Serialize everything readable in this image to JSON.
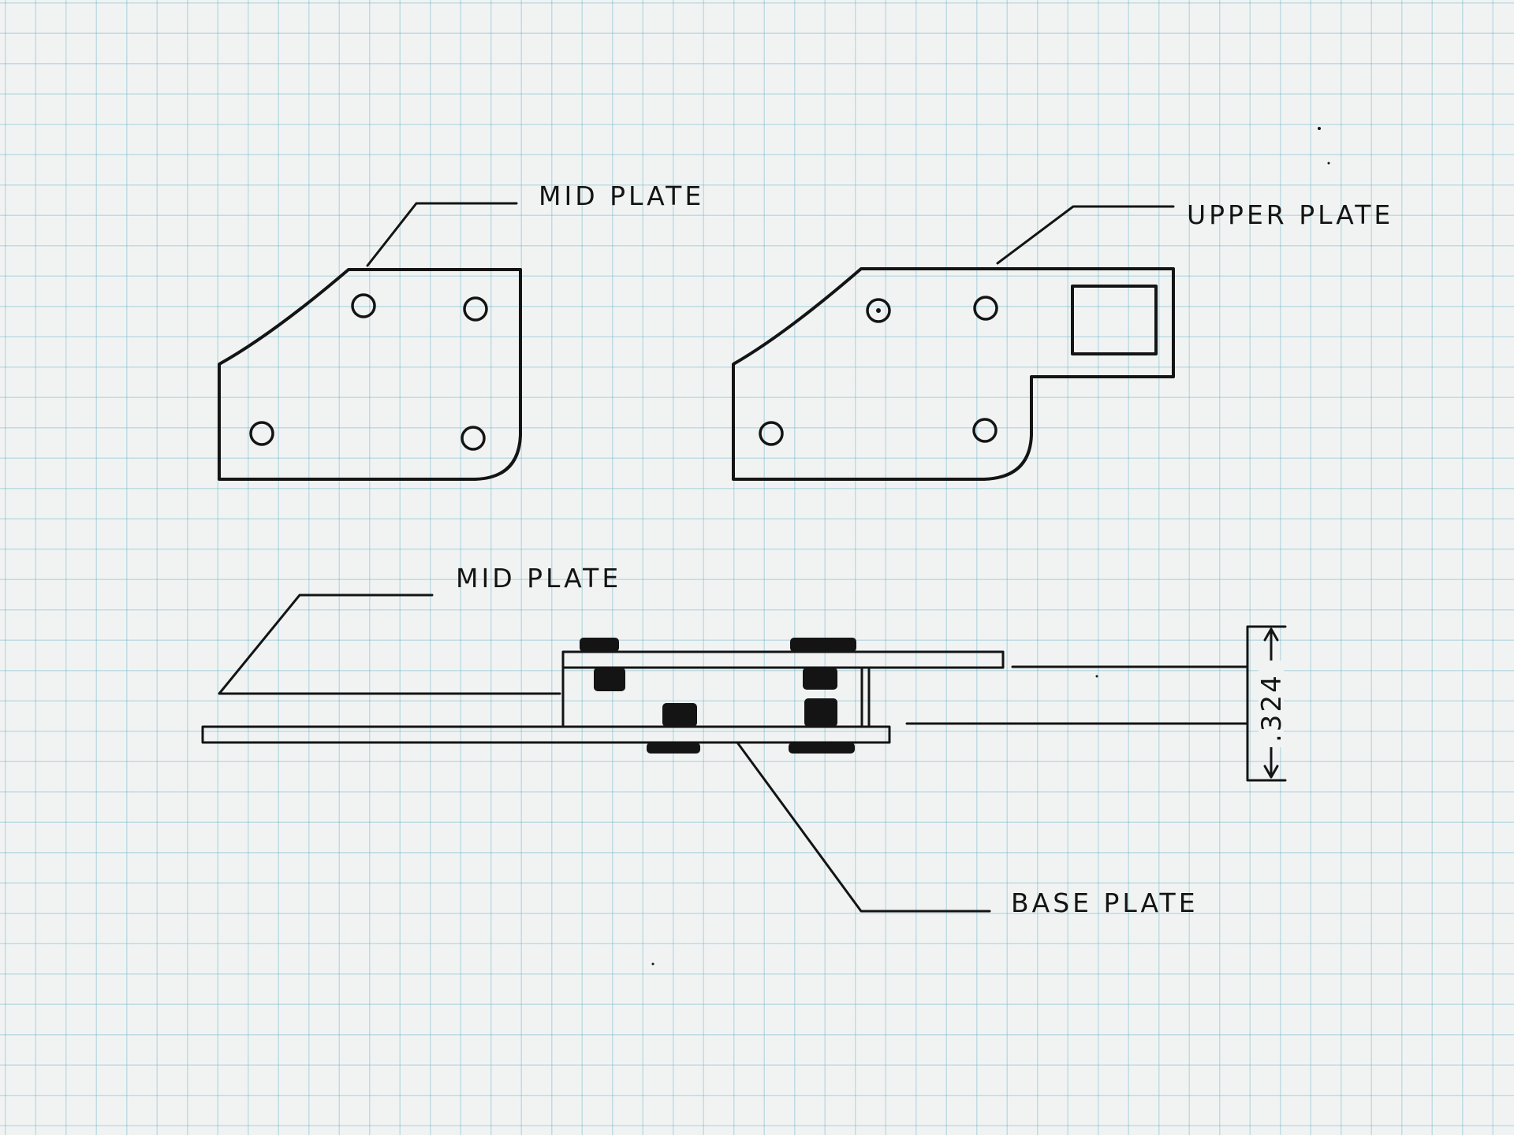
{
  "labels": {
    "mid_plate_top": "MID PLATE",
    "upper_plate": "UPPER PLATE",
    "mid_plate_side": "MID PLATE",
    "base_plate": "BASE PLATE"
  },
  "dimension": {
    "stack_height": ".324"
  }
}
